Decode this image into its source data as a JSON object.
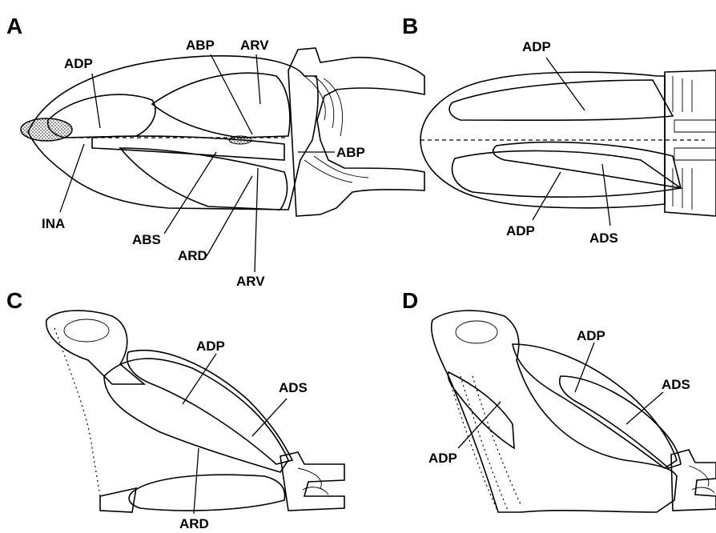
{
  "panels": {
    "A": {
      "letter": "A",
      "labels": {
        "adp": "ADP",
        "abp_top": "ABP",
        "arv_top": "ARV",
        "abp_right": "ABP",
        "ina": "INA",
        "abs": "ABS",
        "ard": "ARD",
        "arv_bottom": "ARV"
      }
    },
    "B": {
      "letter": "B",
      "labels": {
        "adp_top": "ADP",
        "adp_bottom": "ADP",
        "ads": "ADS"
      }
    },
    "C": {
      "letter": "C",
      "labels": {
        "adp": "ADP",
        "ads": "ADS",
        "ard": "ARD"
      }
    },
    "D": {
      "letter": "D",
      "labels": {
        "adp_top": "ADP",
        "ads": "ADS",
        "adp_left": "ADP"
      }
    }
  }
}
